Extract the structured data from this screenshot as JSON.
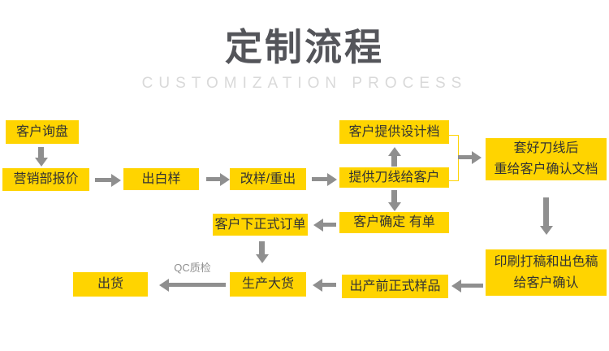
{
  "header": {
    "title": "定制流程",
    "subtitle": "CUSTOMIZATION PROCESS"
  },
  "flow": {
    "nodes": [
      {
        "id": "customer-inquiry",
        "label": "客户询盘"
      },
      {
        "id": "marketing-quote",
        "label": "营销部报价"
      },
      {
        "id": "white-sample",
        "label": "出白样"
      },
      {
        "id": "revise-redo",
        "label": "改样/重出"
      },
      {
        "id": "customer-design-file",
        "label": "客户提供设计档"
      },
      {
        "id": "provide-dieline",
        "label": "提供刀线给客户"
      },
      {
        "id": "dieline-confirm-doc",
        "label": "套好刀线后\n重给客户确认文档"
      },
      {
        "id": "customer-confirm-order",
        "label": "客户确定 有单"
      },
      {
        "id": "formal-order",
        "label": "客户下正式订单"
      },
      {
        "id": "print-proof-confirm",
        "label": "印刷打稿和出色稿\n给客户确认"
      },
      {
        "id": "pre-production-sample",
        "label": "出产前正式样品"
      },
      {
        "id": "mass-production",
        "label": "生产大货"
      },
      {
        "id": "shipment",
        "label": "出货"
      }
    ],
    "qc_label": "QC质检"
  },
  "colors": {
    "box_fill": "#ffd400",
    "box_text": "#333333",
    "arrow": "#8f8f8f",
    "title": "#54555a",
    "subtitle": "#d9d9d9"
  }
}
